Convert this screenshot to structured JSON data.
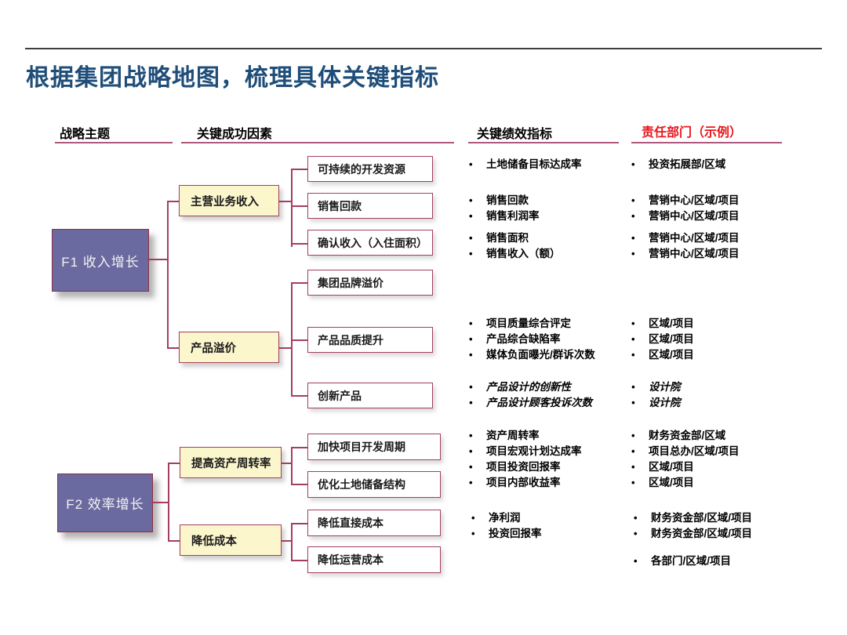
{
  "slide": {
    "title": "根据集团战略地图，梳理具体关键指标"
  },
  "columns": [
    {
      "label": "战略主题",
      "accent": false
    },
    {
      "label": "关键成功因素",
      "accent": false
    },
    {
      "label": "关键绩效指标",
      "accent": false
    },
    {
      "label": "责任部门（示例）",
      "accent": true
    }
  ],
  "perspectives": [
    {
      "label": "F1  收入增长"
    },
    {
      "label": "F2  效率增长"
    }
  ],
  "drivers": [
    {
      "label": "主营业务收入"
    },
    {
      "label": "产品溢价"
    },
    {
      "label": "提高资产周转率"
    },
    {
      "label": "降低成本"
    }
  ],
  "csf": [
    {
      "label": "可持续的开发资源"
    },
    {
      "label": "销售回款"
    },
    {
      "label": "确认收入（入住面积）"
    },
    {
      "label": "集团品牌溢价"
    },
    {
      "label": "产品品质提升"
    },
    {
      "label": "创新产品"
    },
    {
      "label": "加快项目开发周期"
    },
    {
      "label": "优化土地储备结构"
    },
    {
      "label": "降低直接成本"
    },
    {
      "label": "降低运营成本"
    }
  ],
  "kpi_groups": [
    {
      "items": [
        "土地储备目标达成率"
      ]
    },
    {
      "items": [
        "销售回款",
        "销售利润率"
      ]
    },
    {
      "items": [
        "销售面积",
        "销售收入（额）"
      ]
    },
    {
      "items": [
        "项目质量综合评定",
        "产品综合缺陷率",
        "媒体负面曝光/群诉次数"
      ]
    },
    {
      "items": [
        "产品设计的创新性",
        "产品设计顾客投诉次数"
      ]
    },
    {
      "items": [
        "资产周转率",
        "项目宏观计划达成率",
        "项目投资回报率",
        "项目内部收益率"
      ]
    },
    {
      "items": [
        "净利润",
        "投资回报率"
      ]
    }
  ],
  "dept_groups": [
    {
      "items": [
        "投资拓展部/区域"
      ]
    },
    {
      "items": [
        "营销中心/区域/项目",
        "营销中心/区域/项目"
      ]
    },
    {
      "items": [
        "营销中心/区域/项目",
        "营销中心/区域/项目"
      ]
    },
    {
      "items": [
        "区域/项目",
        "区域/项目",
        "区域/项目"
      ]
    },
    {
      "items": [
        "设计院",
        "设计院"
      ]
    },
    {
      "items": [
        "财务资金部/区域",
        "项目总办/区域/项目",
        "区域/项目",
        "区域/项目"
      ]
    },
    {
      "items": [
        "财务资金部/区域/项目",
        "财务资金部/区域/项目"
      ]
    },
    {
      "items": [
        "各部门/区域/项目"
      ]
    }
  ],
  "bullet_glyph": "•",
  "colors": {
    "title": "#1F4E79",
    "accent_red": "#E8151B",
    "box_border": "#A33F5C",
    "perspective_fill": "#6A6AA0",
    "driver_fill": "#FCF6CD",
    "rule": "#B0587E"
  }
}
